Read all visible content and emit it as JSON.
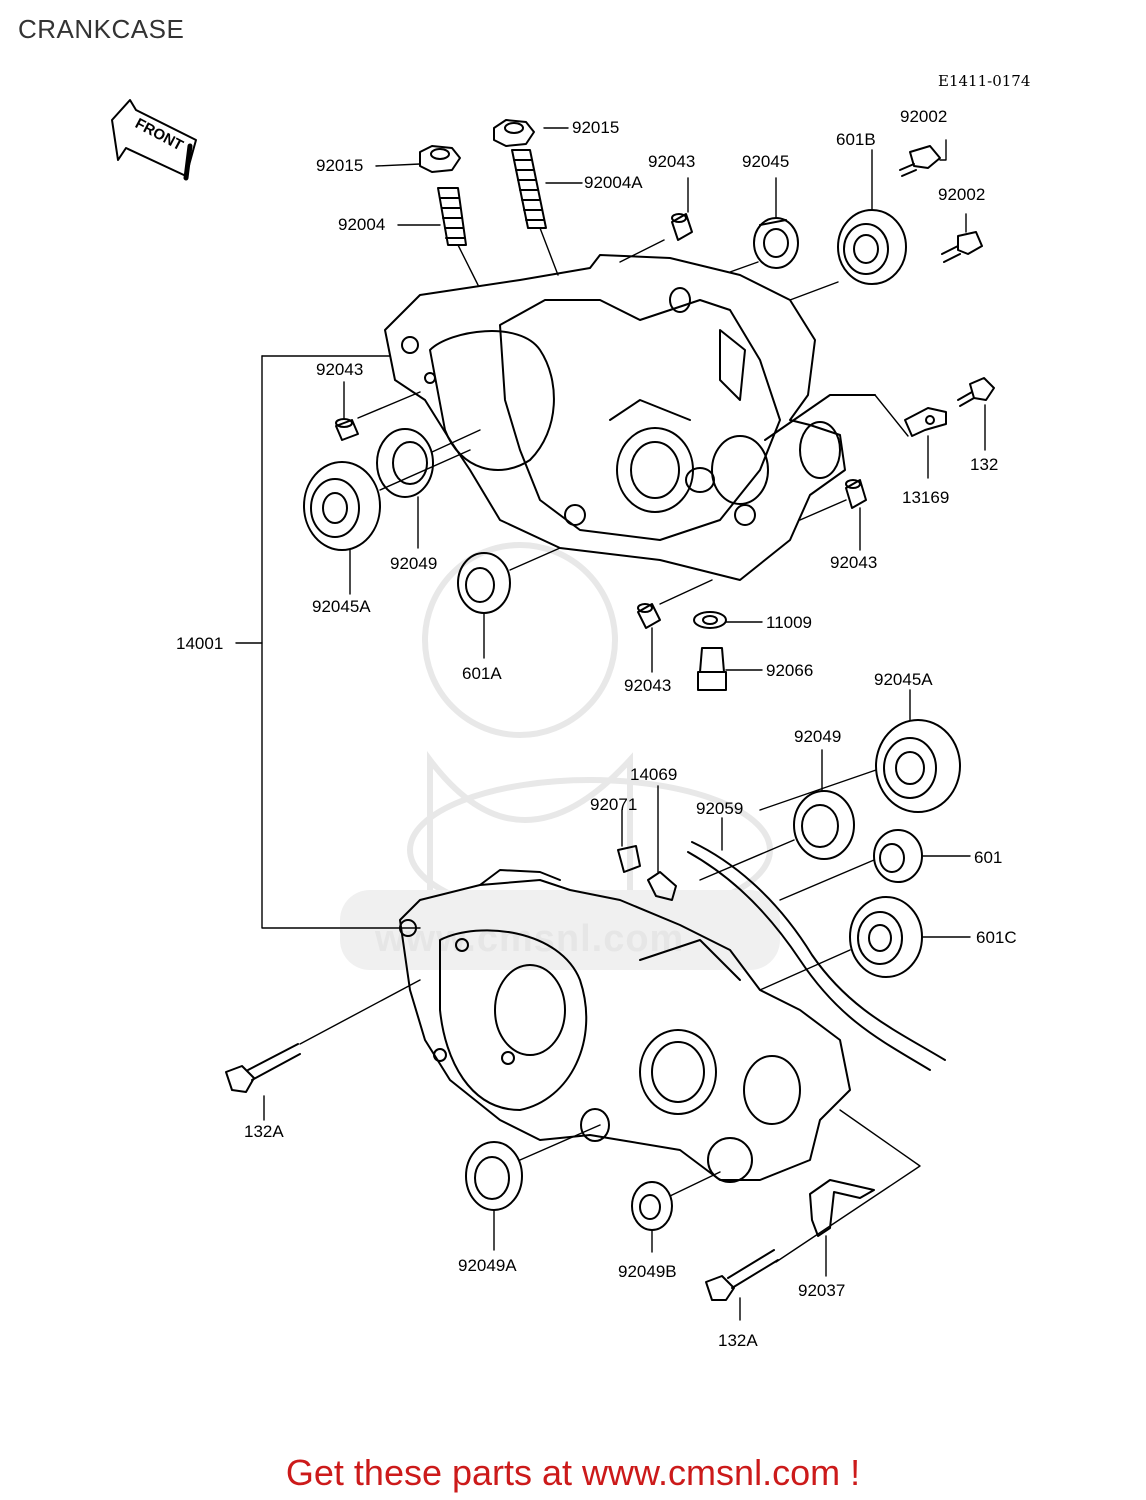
{
  "page": {
    "title": "CRANKCASE",
    "diagram_code": "E1411-0174",
    "front_label": "FRONT",
    "footer": "Get these parts at www.cmsnl.com !",
    "watermark": "www.cmsnl.com"
  },
  "colors": {
    "footer": "#cc1a1a",
    "lines": "#000000",
    "watermark": "#e6e6e6"
  },
  "labels": {
    "l92015a": "92015",
    "l92015b": "92015",
    "l92004": "92004",
    "l92004A": "92004A",
    "l92043a": "92043",
    "l92045": "92045",
    "l601B": "601B",
    "l92002a": "92002",
    "l92002b": "92002",
    "l92043b": "92043",
    "l132": "132",
    "l13169": "13169",
    "l92049a": "92049",
    "l92045Aa": "92045A",
    "l14001": "14001",
    "l601A": "601A",
    "l92043c": "92043",
    "l92043d": "92043",
    "l11009": "11009",
    "l92066": "92066",
    "l92045Ab": "92045A",
    "l92049b": "92049",
    "l14069": "14069",
    "l92071": "92071",
    "l92059": "92059",
    "l601": "601",
    "l601C": "601C",
    "l132Aa": "132A",
    "l92049A": "92049A",
    "l92049B": "92049B",
    "l92037": "92037",
    "l132Ab": "132A"
  }
}
